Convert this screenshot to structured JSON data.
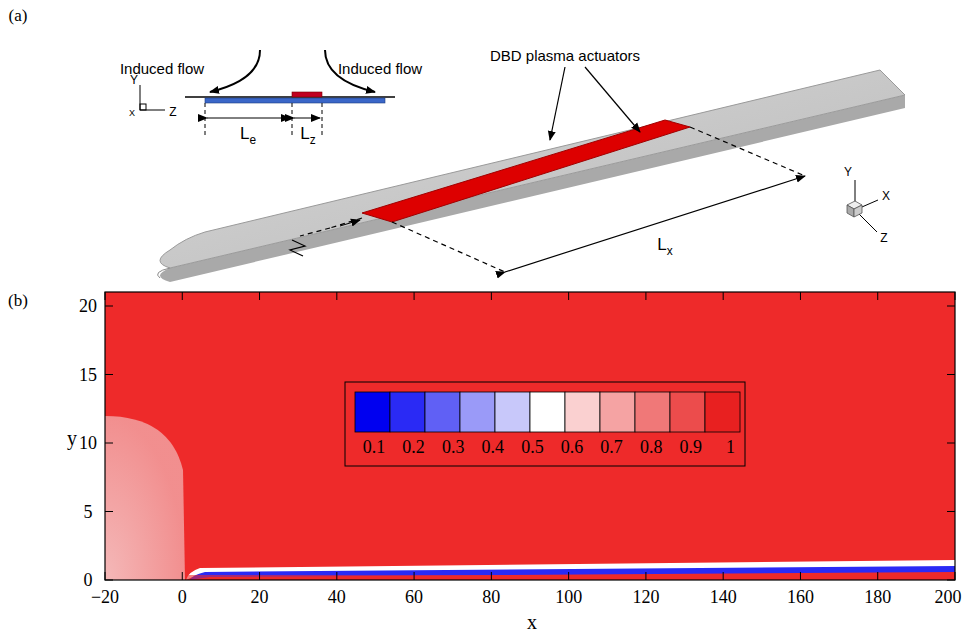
{
  "diagram": {
    "labels": [
      "(a)",
      "Induced flow",
      "Induced flow",
      "DBD plasma actuators",
      "Y",
      "Z",
      "X",
      "Le",
      "Lz",
      "Lx",
      "Y",
      "X",
      "Z",
      "(b)",
      "y",
      "x",
      "0",
      "5",
      "10",
      "15",
      "20",
      "−20",
      "0",
      "20",
      "40",
      "60",
      "80",
      "100",
      "120",
      "140",
      "160",
      "180",
      "200",
      "0.1",
      "0.2",
      "0.3",
      "0.4",
      "0.5",
      "0.6",
      "0.7",
      "0.8",
      "0.9",
      "1"
    ]
  }
}
